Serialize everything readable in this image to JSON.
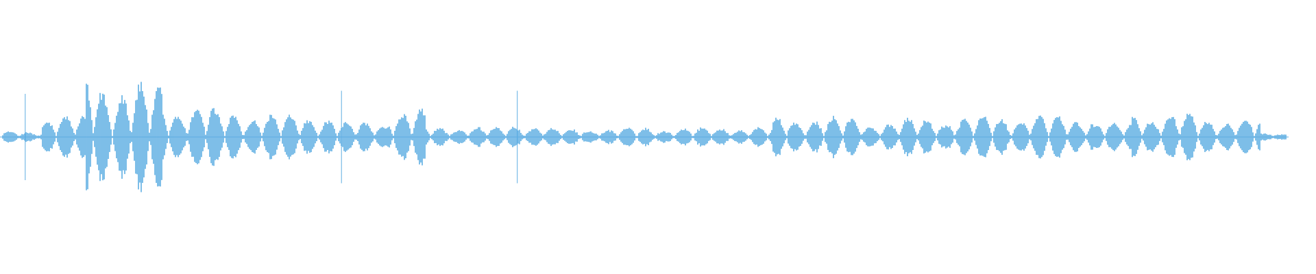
{
  "waveform": {
    "color": "#5dade2",
    "background": "#ffffff",
    "segments": [
      {
        "start": 0.0,
        "end": 0.03,
        "amp": 0.05
      },
      {
        "start": 0.03,
        "end": 0.065,
        "amp": 0.22
      },
      {
        "start": 0.065,
        "end": 0.085,
        "amp": 0.65
      },
      {
        "start": 0.085,
        "end": 0.125,
        "amp": 0.55
      },
      {
        "start": 0.125,
        "end": 0.165,
        "amp": 0.35
      },
      {
        "start": 0.165,
        "end": 0.21,
        "amp": 0.25
      },
      {
        "start": 0.21,
        "end": 0.26,
        "amp": 0.22
      },
      {
        "start": 0.26,
        "end": 0.3,
        "amp": 0.15
      },
      {
        "start": 0.3,
        "end": 0.33,
        "amp": 0.28
      },
      {
        "start": 0.33,
        "end": 0.39,
        "amp": 0.1
      },
      {
        "start": 0.39,
        "end": 0.42,
        "amp": 0.12
      },
      {
        "start": 0.42,
        "end": 0.48,
        "amp": 0.08
      },
      {
        "start": 0.48,
        "end": 0.56,
        "amp": 0.09
      },
      {
        "start": 0.56,
        "end": 0.6,
        "amp": 0.1
      },
      {
        "start": 0.6,
        "end": 0.67,
        "amp": 0.2
      },
      {
        "start": 0.67,
        "end": 0.7,
        "amp": 0.15
      },
      {
        "start": 0.7,
        "end": 0.76,
        "amp": 0.2
      },
      {
        "start": 0.76,
        "end": 0.85,
        "amp": 0.22
      },
      {
        "start": 0.85,
        "end": 0.88,
        "amp": 0.14
      },
      {
        "start": 0.88,
        "end": 0.93,
        "amp": 0.25
      },
      {
        "start": 0.93,
        "end": 0.98,
        "amp": 0.2
      }
    ],
    "spikes": [
      {
        "pos": 0.0175,
        "amp": 0.42
      },
      {
        "pos": 0.264,
        "amp": 0.45
      },
      {
        "pos": 0.401,
        "amp": 0.45
      }
    ]
  }
}
